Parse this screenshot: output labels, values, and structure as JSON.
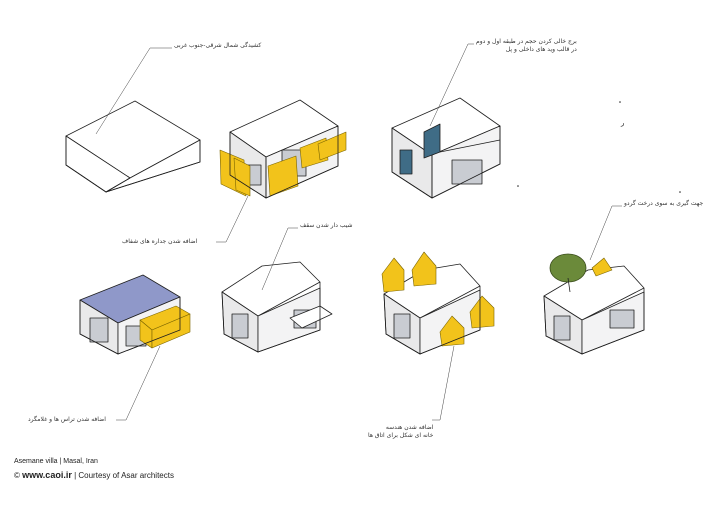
{
  "annotations": {
    "step1": "کشیدگی شمال شرقی-جنوب غربی",
    "step3_line1": "برج خالی کردن حجم در طبقه اول و دوم",
    "step3_line2": "در قالب وید های داخلی و پل",
    "step2": "اضافه شدن جداره های شفاف",
    "step5": "شیب دار شدن سقف",
    "step8": "جهت گیری به سوی درخت گردو",
    "step4": "اضافه شدن تراس ها و غلامگرد",
    "step6_line1": "اضافه شدن هندسه",
    "step6_line2": "خانه ای شکل برای اتاق ها"
  },
  "marks": {
    "a": "ر"
  },
  "footer": {
    "project": "Asemane villa  |  Masal, Iran",
    "copyright_symbol": "©",
    "site": "www.caoi.ir",
    "separator": "|",
    "courtesy": "Courtesy of Asar architects"
  },
  "colors": {
    "accent_yellow": "#f2c31b",
    "roof_blue": "#8f98c9",
    "glass_gray": "#c9ccd2",
    "wall_teal": "#3f6c86",
    "tree_green": "#6b8a3a",
    "line": "#1f1f1f"
  }
}
